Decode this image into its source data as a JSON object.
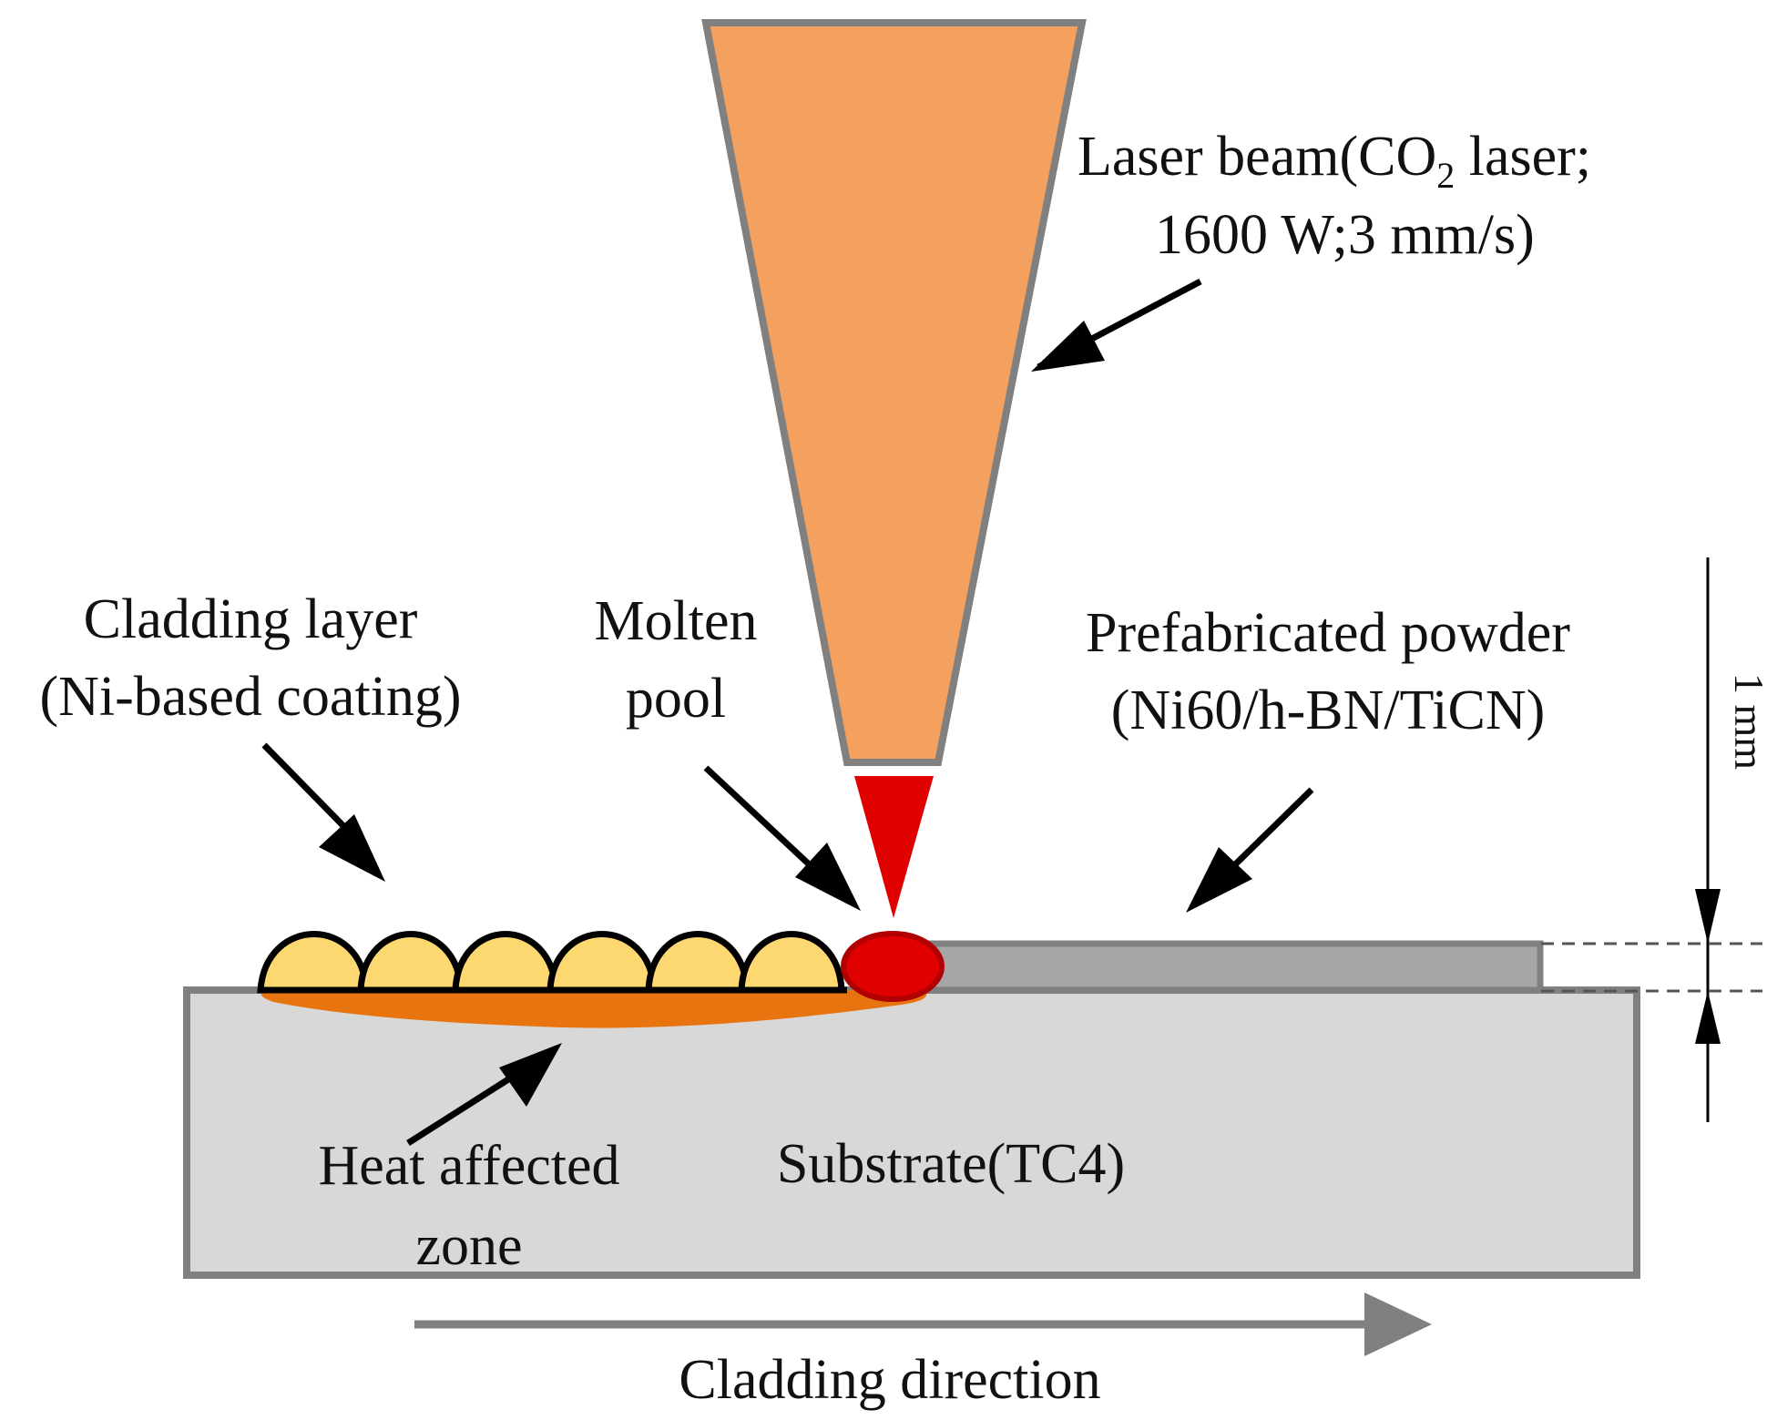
{
  "labels": {
    "laser_line1_prefix": "Laser beam(CO",
    "laser_line1_sub": "2",
    "laser_line1_suffix": " laser;",
    "laser_line2": "1600 W;3 mm/s)",
    "cladding_line1": "Cladding layer",
    "cladding_line2": "(Ni-based coating)",
    "molten_line1": "Molten",
    "molten_line2": "pool",
    "powder_line1": "Prefabricated powder",
    "powder_line2": "(Ni60/h-BN/TiCN)",
    "heat_line1": "Heat affected",
    "heat_line2": "zone",
    "substrate": "Substrate(TC4)",
    "direction": "Cladding direction",
    "scale": "1 mm"
  },
  "colors": {
    "laser_beam": "#F4A05E",
    "beam_outline": "#808080",
    "laser_tip": "#E00000",
    "molten_pool": "#E00000",
    "cladding_bead": "#FDD870",
    "heat_zone": "#E87410",
    "substrate": "#D8D8D8",
    "powder_layer": "#A6A6A6",
    "direction_arrow": "#808080"
  }
}
